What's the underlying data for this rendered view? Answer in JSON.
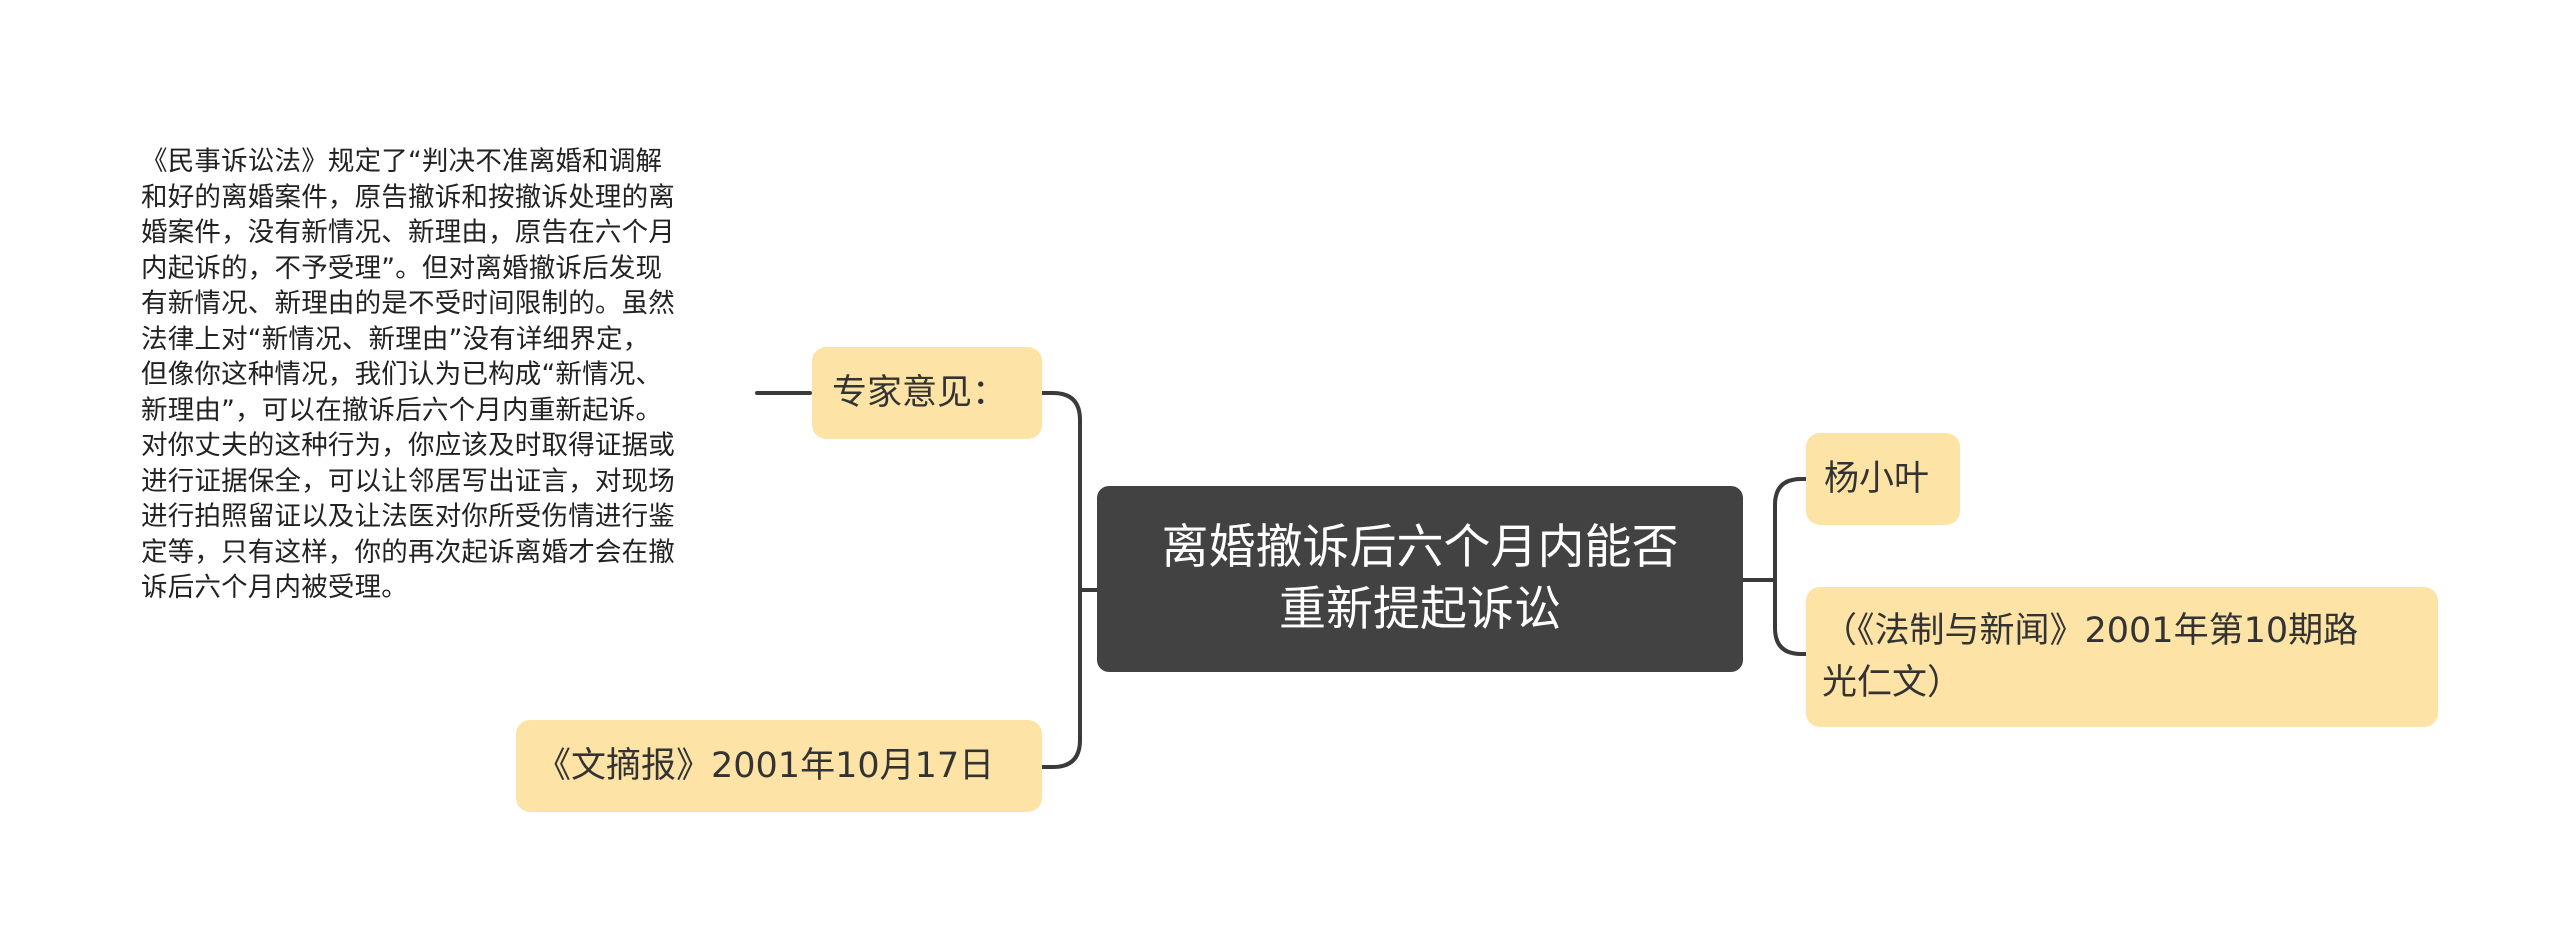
{
  "center": {
    "line1": "离婚撤诉后六个月内能否",
    "line2": "重新提起诉讼"
  },
  "left": {
    "expert": {
      "label": "专家意见：",
      "detail_lines": [
        "《民事诉讼法》规定了“判决不准离婚和调解",
        "和好的离婚案件，原告撤诉和按撤诉处理的离",
        "婚案件，没有新情况、新理由，原告在六个月",
        "内起诉的，不予受理”。但对离婚撤诉后发现",
        "有新情况、新理由的是不受时间限制的。虽然",
        "法律上对“新情况、新理由”没有详细界定，",
        "但像你这种情况，我们认为已构成“新情况、",
        "新理由”，可以在撤诉后六个月内重新起诉。",
        "对你丈夫的这种行为，你应该及时取得证据或",
        "进行证据保全，可以让邻居写出证言，对现场",
        "进行拍照留证以及让法医对你所受伤情进行鉴",
        "定等，只有这样，你的再次起诉离婚才会在撤",
        "诉后六个月内被受理。"
      ]
    },
    "source": "《文摘报》2001年10月17日"
  },
  "right": {
    "author": "杨小叶",
    "reference_line1": "（《法制与新闻》2001年第10期路",
    "reference_line2": "光仁文）"
  },
  "colors": {
    "center_fill": "#424242",
    "branch_fill": "#fde4a6",
    "connector": "#3a3a3a"
  }
}
